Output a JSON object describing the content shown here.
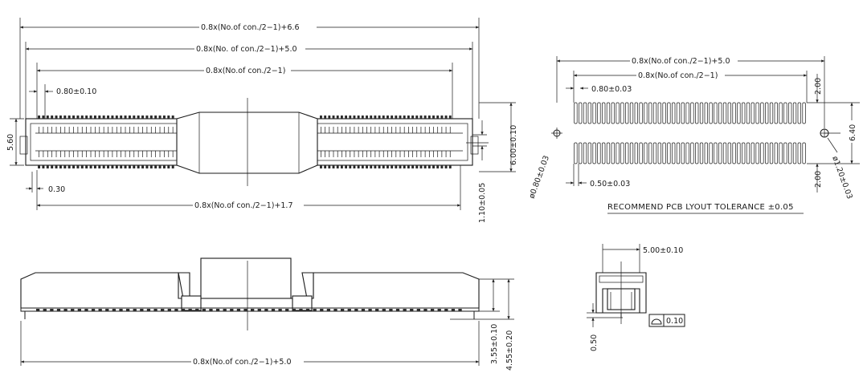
{
  "top_view": {
    "dim_overall": "0.8x(No.of con./2−1)+6.6",
    "dim_body": "0.8x(No. of con./2−1)+5.0",
    "dim_pitch_span": "0.8x(No.of con./2−1)",
    "dim_pitch": "0.80±0.10",
    "dim_height_left": "5.60",
    "dim_tail": "0.30",
    "dim_bottom": "0.8x(No.of con./2−1)+1.7",
    "dim_right_width": "6.00±0.10",
    "dim_right_small": "1.10±0.05"
  },
  "pcb_layout": {
    "dim_outer": "0.8x(No.of con./2−1)+5.0",
    "dim_inner": "0.8x(No.of con./2−1)",
    "dim_pitch": "0.80±0.03",
    "dim_pad_width": "0.50±0.03",
    "dim_hole_left": "ø0.80±0.03",
    "dim_hole_right": "ø1.20±0.03",
    "dim_right_top": "2.00",
    "dim_right_bottom": "2.00",
    "dim_right_total": "6.40",
    "note": "RECOMMEND PCB LYOUT TOLERANCE ±0.05"
  },
  "side_view": {
    "dim_bottom": "0.8x(No.of con./2−1)+5.0",
    "dim_height_1": "3.55±0.10",
    "dim_height_2": "4.55±0.20"
  },
  "end_view": {
    "dim_width": "5.00±0.10",
    "dim_offset": "0.50",
    "flatness_value": "0.10"
  },
  "pin_rows": {
    "top_view_teeth_per_side": 32,
    "pcb_pads_per_row": 50,
    "side_view_pins": 62
  }
}
